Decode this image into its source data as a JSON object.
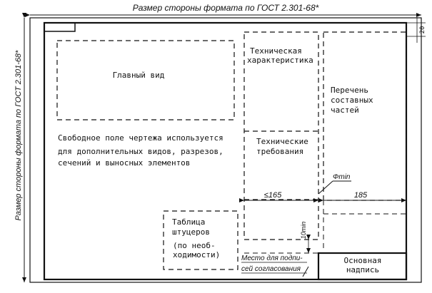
{
  "dimensions": {
    "top_label": "Размер стороны формата по ГОСТ 2.301-68*",
    "left_label": "Размер стороны формата по ГОСТ 2.301-68*",
    "right_margin": "20",
    "width_165": "≤165",
    "width_185": "185",
    "phi_min": "Φmin",
    "height_10min": "10min"
  },
  "blocks": {
    "main_view": "Главный вид",
    "free_field": [
      "Свободное поле чертежа используется",
      "для дополнительных видов, разрезов,",
      "сечений и выносных элементов"
    ],
    "tech_spec": [
      "Техническая",
      "характеристика"
    ],
    "tech_req": [
      "Технические",
      "требования"
    ],
    "parts_list": [
      "Перечень",
      "составных",
      "частей"
    ],
    "fittings_table": [
      "Таблица",
      "штуцеров",
      "(по необ-",
      "ходимости)"
    ],
    "approval": [
      "Место для подпи-",
      "сей согласования"
    ],
    "title_block": [
      "Основная",
      "надпись"
    ]
  }
}
